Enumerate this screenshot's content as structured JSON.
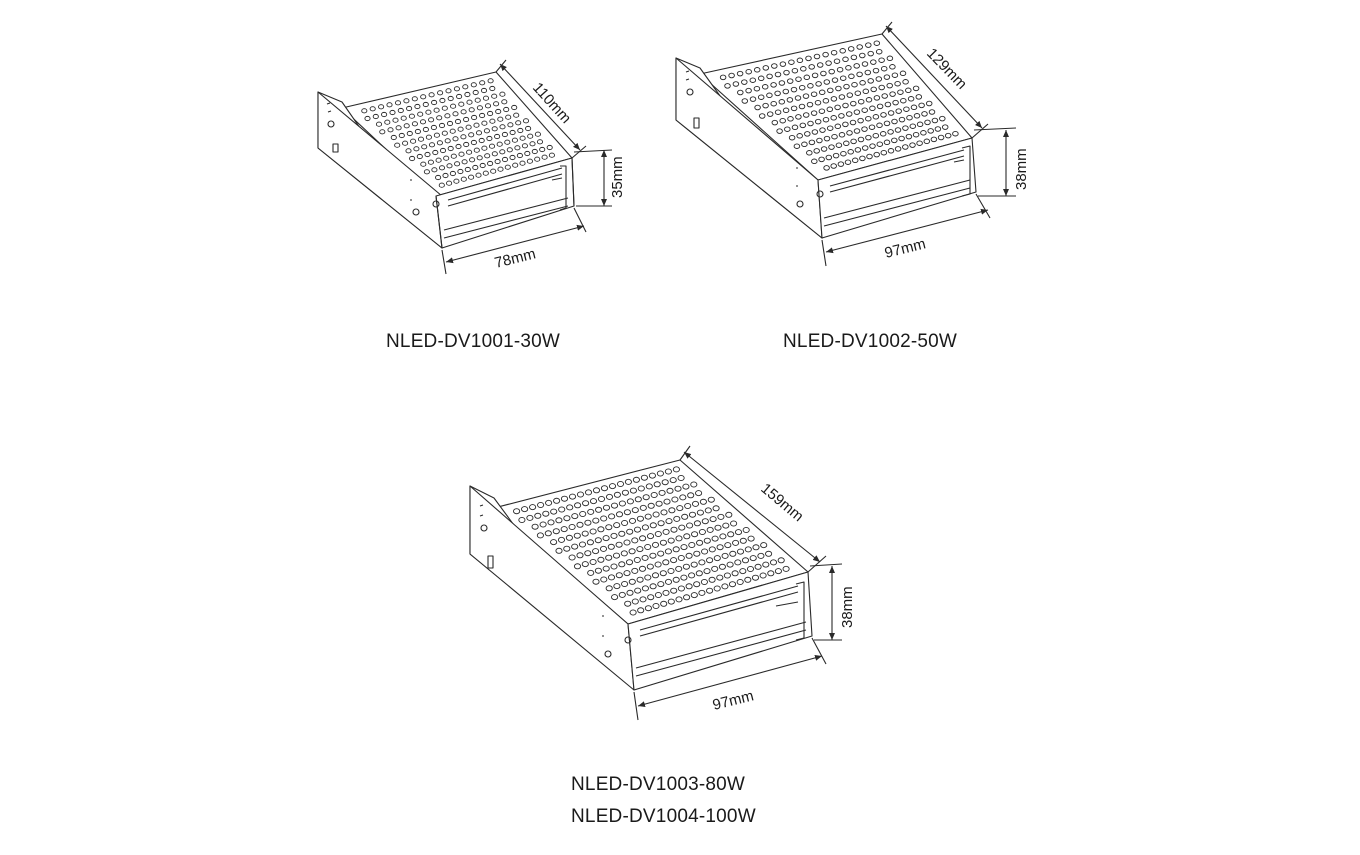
{
  "units": [
    {
      "id": "dv1001",
      "models": [
        "NLED-DV1001-30W"
      ],
      "dims": {
        "length": "110mm",
        "height": "35mm",
        "width": "78mm"
      }
    },
    {
      "id": "dv1002",
      "models": [
        "NLED-DV1002-50W"
      ],
      "dims": {
        "length": "129mm",
        "height": "38mm",
        "width": "97mm"
      }
    },
    {
      "id": "dv1003",
      "models": [
        "NLED-DV1003-80W",
        "NLED-DV1004-100W"
      ],
      "dims": {
        "length": "159mm",
        "height": "38mm",
        "width": "97mm"
      }
    }
  ],
  "colors": {
    "line": "#2a2a2a",
    "text": "#1a1a1a",
    "background": "#ffffff"
  }
}
